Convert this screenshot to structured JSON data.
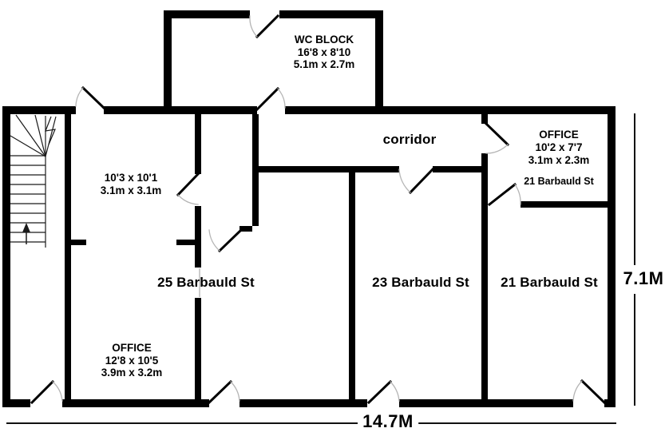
{
  "floor_plan": {
    "rooms": {
      "wc_block": {
        "label": "WC BLOCK",
        "size_imperial": "16'8 x 8'10",
        "size_metric": "5.1m x 2.7m"
      },
      "corridor": {
        "label": "corridor"
      },
      "room_top_left": {
        "size_imperial": "10'3 x 10'1",
        "size_metric": "3.1m x 3.1m"
      },
      "office_top_right": {
        "label": "OFFICE",
        "size_imperial": "10'2 x 7'7",
        "size_metric": "3.1m x 2.3m",
        "address": "21 Barbauld St"
      },
      "unit_25": {
        "label": "25 Barbauld St"
      },
      "unit_23": {
        "label": "23 Barbauld St"
      },
      "unit_21": {
        "label": "21 Barbauld St"
      },
      "office_bottom_left": {
        "label": "OFFICE",
        "size_imperial": "12'8 x 10'5",
        "size_metric": "3.9m x 3.2m"
      }
    },
    "dimensions": {
      "overall_width": "14.7M",
      "overall_height": "7.1M"
    },
    "colors": {
      "wall": "#000000",
      "background": "#ffffff",
      "text": "#000000",
      "door_arc": "#b5b5b5"
    }
  }
}
